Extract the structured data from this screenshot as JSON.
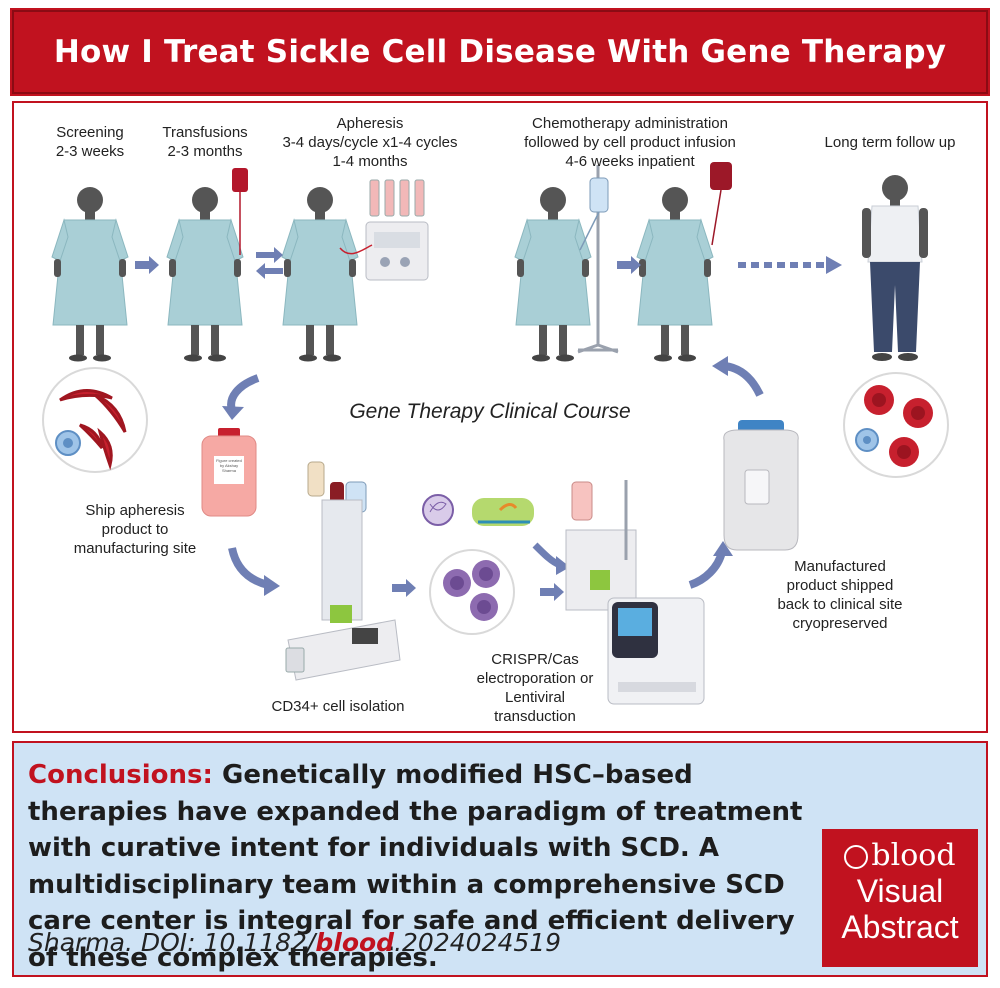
{
  "title": "How I Treat Sickle Cell Disease With Gene Therapy",
  "steps": {
    "screening": [
      "Screening",
      "2-3 weeks"
    ],
    "transfusions": [
      "Transfusions",
      "2-3 months"
    ],
    "apheresis": [
      "Apheresis",
      "3-4 days/cycle x1-4 cycles",
      "1-4 months"
    ],
    "chemo": [
      "Chemotherapy administration",
      "followed by cell product infusion",
      "4-6 weeks inpatient"
    ],
    "followup": [
      "Long term follow up"
    ],
    "ship": [
      "Ship apheresis",
      "product to",
      "manufacturing site"
    ],
    "cd34": [
      "CD34+ cell isolation"
    ],
    "crispr": [
      "CRISPR/Cas",
      "electroporation or",
      "Lentiviral",
      "transduction"
    ],
    "manufactured": [
      "Manufactured",
      "product shipped",
      "back to clinical site",
      "cryopreserved"
    ]
  },
  "bag_label": "Figure created by Akshay Sharma",
  "course_title": "Gene Therapy Clinical Course",
  "conclusions": {
    "heading": "Conclusions:",
    "text": "Genetically modified HSC–based therapies have expanded the paradigm of treatment with curative intent for individuals with SCD. A multidisciplinary team within a comprehensive SCD care center is integral for safe and efficient delivery of these complex therapies."
  },
  "citation": {
    "prefix": "Sharma. DOI: 10.1182/",
    "journal": "blood",
    "suffix": ".2024024519"
  },
  "badge": {
    "brand": "blood",
    "line1": "Visual",
    "line2": "Abstract"
  },
  "colors": {
    "brand_red": "#c1121f",
    "conclusion_bg": "#cfe3f5",
    "gown": "#a9cfd6",
    "arrow": "#6f7fb4",
    "sickle_cell": "#c7202e"
  }
}
